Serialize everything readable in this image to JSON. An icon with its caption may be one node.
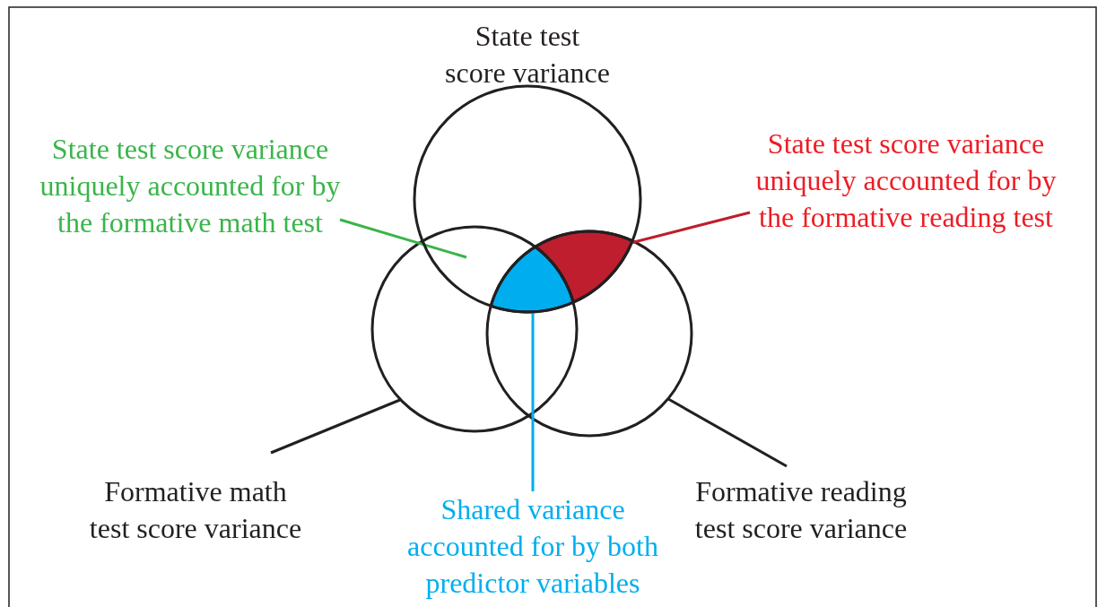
{
  "diagram": {
    "nodes": [
      {
        "text": [
          "State test score variance"
        ]
      },
      {
        "text": [],
        "shape": "circle"
      },
      {
        "text": [],
        "shape": "circle"
      },
      {
        "text": [
          "State test score variance uniquely accounted for by the formative math test"
        ]
      },
      {
        "text": [
          "State test score variance uniquely accounted for by the formative reading test"
        ]
      },
      {
        "text": [
          "Shared variance accounted for by both predictor variables"
        ]
      },
      {
        "text": [
          "Formative math test score variance"
        ]
      },
      {
        "text": [
          "Formative reading test score variance"
        ]
      },
      {
        "text": [],
        "shape": "lens"
      },
      {
        "text": [],
        "shape": "triangle"
      }
    ],
    "edges": [
      {
        "from": 3,
        "to": 1,
        "arrow": "none",
        "color": "#39b54a"
      },
      {
        "from": 4,
        "to": 8,
        "arrow": "none",
        "color": "#be1e2d"
      },
      {
        "from": 5,
        "to": 9,
        "arrow": "none",
        "color": "#00aeef"
      },
      {
        "from": 6,
        "to": 1,
        "arrow": "none"
      },
      {
        "from": 7,
        "to": 2,
        "arrow": "none"
      }
    ]
  }
}
